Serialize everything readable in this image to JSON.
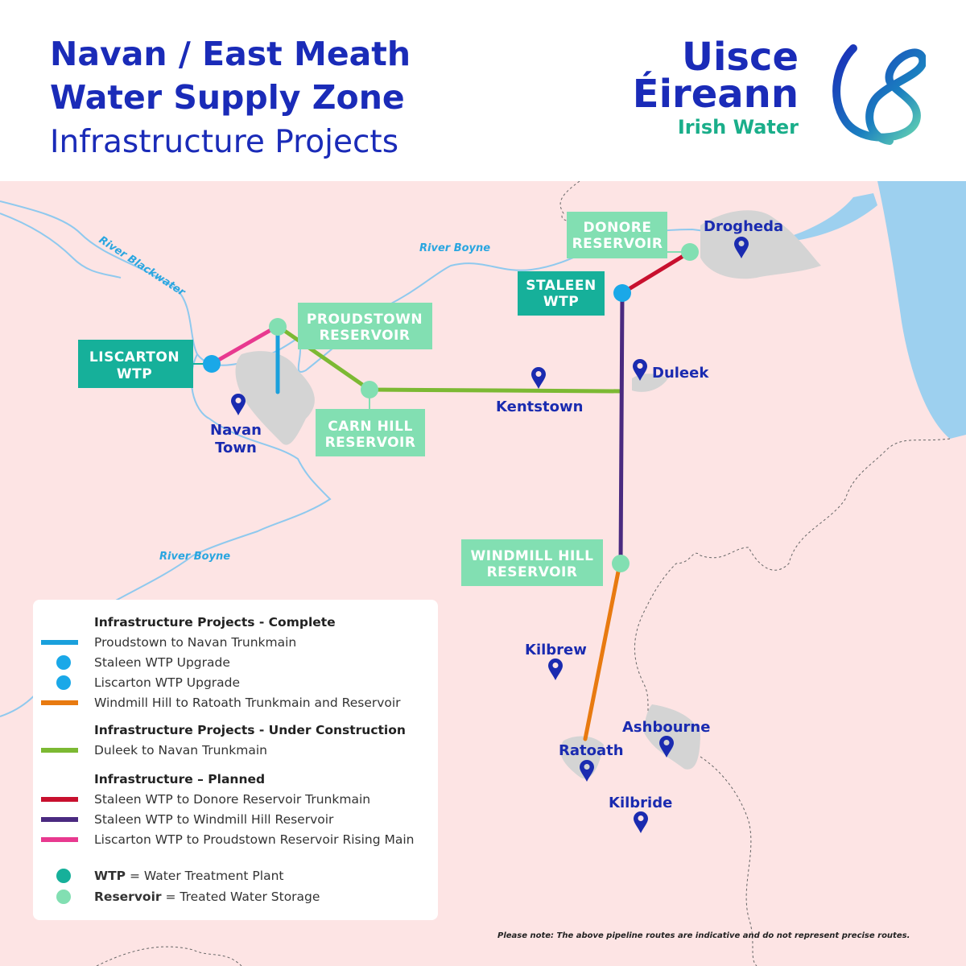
{
  "header": {
    "title_line1": "Navan / East Meath",
    "title_line2": "Water Supply Zone",
    "subtitle": "Infrastructure Projects",
    "logo": {
      "line1": "Uisce",
      "line2": "Éireann",
      "line3": "Irish Water"
    }
  },
  "colors": {
    "complete_blue": "#1aa0dc",
    "orange": "#e87a10",
    "green": "#7cb933",
    "red": "#c8102e",
    "purple": "#4a2a80",
    "pink": "#e8398f",
    "wtp": "#16b09a",
    "reservoir": "#82dfb2",
    "map_land": "#fde4e4",
    "sea": "#9dd0ef",
    "text_blue": "#1a2bb8"
  },
  "map": {
    "rivers": [
      "River Blackwater",
      "River Boyne",
      "River Boyne"
    ],
    "facilities": {
      "liscarton": [
        "LISCARTON",
        "WTP"
      ],
      "staleen": [
        "STALEEN",
        "WTP"
      ],
      "proudstown": [
        "PROUDSTOWN",
        "RESERVOIR"
      ],
      "carn_hill": [
        "CARN HILL",
        "RESERVOIR"
      ],
      "donore": [
        "DONORE",
        "RESERVOIR"
      ],
      "windmill_hill": [
        "WINDMILL HILL",
        "RESERVOIR"
      ]
    },
    "towns": {
      "drogheda": "Drogheda",
      "navan": [
        "Navan",
        "Town"
      ],
      "kentstown": "Kentstown",
      "duleek": "Duleek",
      "kilbrew": "Kilbrew",
      "ratoath": "Ratoath",
      "ashbourne": "Ashbourne",
      "kilbride": "Kilbride"
    },
    "pin_icon": "map-pin-icon"
  },
  "legend": {
    "complete_heading": "Infrastructure Projects - Complete",
    "complete": [
      "Proudstown to Navan Trunkmain",
      "Staleen WTP Upgrade",
      "Liscarton WTP Upgrade",
      "Windmill Hill to Ratoath Trunkmain and Reservoir"
    ],
    "construction_heading": "Infrastructure Projects - Under Construction",
    "construction": [
      "Duleek to Navan Trunkmain"
    ],
    "planned_heading": "Infrastructure – Planned",
    "planned": [
      "Staleen WTP to Donore Reservoir Trunkmain",
      "Staleen WTP to Windmill Hill Reservoir",
      "Liscarton WTP to Proudstown Reservoir Rising Main"
    ],
    "wtp_abbr": "WTP",
    "wtp_def": "= Water Treatment Plant",
    "res_abbr": "Reservoir",
    "res_def": "= Treated Water Storage"
  },
  "note": "Please note: The above pipeline routes are indicative and do not represent precise routes."
}
